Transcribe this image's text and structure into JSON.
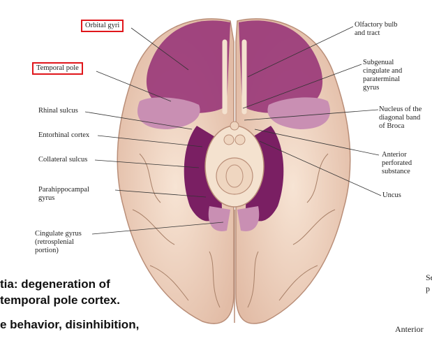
{
  "labels_left": {
    "orbital_gyri": "Orbital gyri",
    "temporal_pole": "Temporal pole",
    "rhinal_sulcus": "Rhinal sulcus",
    "entorhinal_cortex": "Entorhinal cortex",
    "collateral_sulcus": "Collateral sulcus",
    "parahippocampal_1": "Parahippocampal",
    "parahippocampal_2": "gyrus",
    "cingulate_1": "Cingulate gyrus",
    "cingulate_2": "(retrosplenial",
    "cingulate_3": "portion)"
  },
  "labels_right": {
    "olfactory_1": "Olfactory bulb",
    "olfactory_2": "and tract",
    "subgenual_1": "Subgenual",
    "subgenual_2": "cingulate and",
    "subgenual_3": "paraterminal",
    "subgenual_4": "gyrus",
    "nucleus_1": "Nucleus of the",
    "nucleus_2": "diagonal band",
    "nucleus_3": "of Broca",
    "anterior_1": "Anterior",
    "anterior_2": "perforated",
    "anterior_3": "substance",
    "uncus": "Uncus"
  },
  "slide_text": {
    "line1": "tia: degeneration of",
    "line2": "temporal pole cortex.",
    "line3": "e behavior, disinhibition,"
  },
  "edge_text": {
    "anterior": "Anterior",
    "frag_1": "Se",
    "frag_2": "p"
  },
  "colors": {
    "highlight_box": "#e0161b",
    "cortex": "#f1d6c2",
    "limbic": "#9a3a7a",
    "limbic_dark": "#7a1f63"
  }
}
